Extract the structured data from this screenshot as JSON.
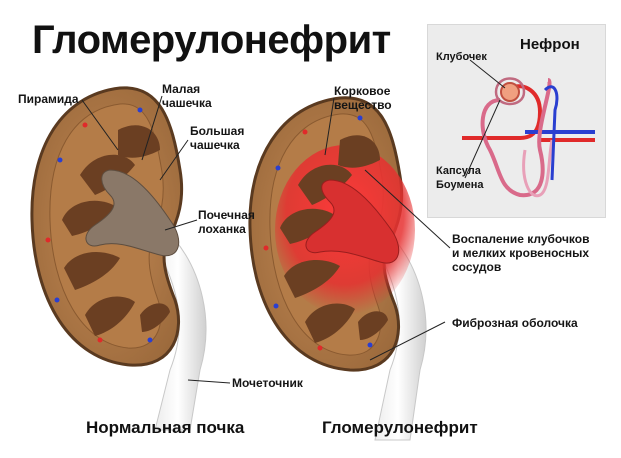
{
  "title": "Гломерулонефрит",
  "labels": {
    "pyramid": "Пирамида",
    "minor_calyx": "Малая\nчашечка",
    "major_calyx": "Большая\nчашечка",
    "renal_pelvis": "Почечная\nлоханка",
    "ureter": "Мочеточник",
    "cortex": "Корковое\nвещество",
    "inflammation": "Воспаление клубочков\nи мелких кровеносных\nсосудов",
    "fibrous_capsule": "Фиброзная оболочка"
  },
  "nephron": {
    "title": "Нефрон",
    "glomerulus": "Клубочек",
    "bowman_capsule": "Капсула\nБоумена"
  },
  "captions": {
    "normal": "Нормальная почка",
    "disease": "Гломерулонефрит"
  },
  "colors": {
    "kidney_cortex": "#b07a4a",
    "pyramid": "#6b3f22",
    "pelvis": "#8a7868",
    "inflamed": "#e02020",
    "artery": "#e02a2a",
    "vein": "#2a3fd0"
  }
}
